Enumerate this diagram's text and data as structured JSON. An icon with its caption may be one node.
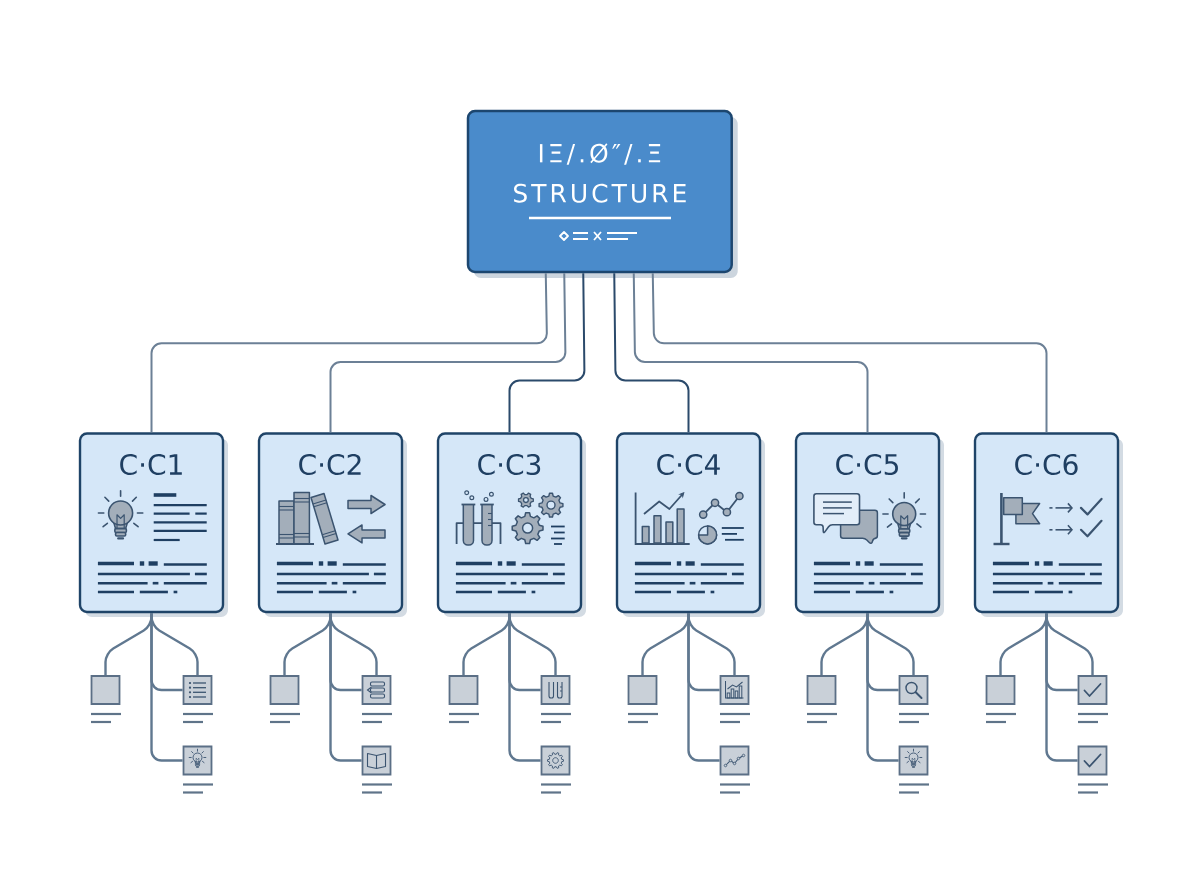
{
  "diagram": {
    "nodes": [
      {
        "text": [
          "IΞ/.Ø″/.Ξ STRUCTURE"
        ]
      },
      {
        "text": [
          "C·C1"
        ]
      },
      {
        "text": [
          "C·C2"
        ]
      },
      {
        "text": [
          "C·C3"
        ]
      },
      {
        "text": [
          "C·C4"
        ]
      },
      {
        "text": [
          "C·C5"
        ]
      },
      {
        "text": [
          "C·C6"
        ]
      },
      {
        "text": [],
        "shape": "box"
      },
      {
        "text": [],
        "shape": "picture"
      },
      {
        "text": [],
        "shape": "picture"
      },
      {
        "text": [],
        "shape": "box"
      },
      {
        "text": [],
        "shape": "picture"
      },
      {
        "text": [],
        "shape": "picture"
      },
      {
        "text": [],
        "shape": "box"
      },
      {
        "text": [],
        "shape": "picture"
      },
      {
        "text": [],
        "shape": "picture"
      },
      {
        "text": [],
        "shape": "box"
      },
      {
        "text": [],
        "shape": "picture"
      },
      {
        "text": [],
        "shape": "picture"
      },
      {
        "text": [],
        "shape": "box"
      },
      {
        "text": [],
        "shape": "picture"
      },
      {
        "text": [],
        "shape": "picture"
      },
      {
        "text": [],
        "shape": "box"
      },
      {
        "text": [],
        "shape": "picture"
      },
      {
        "text": [],
        "shape": "picture"
      }
    ],
    "edges": [
      {
        "from": 0,
        "to": 1,
        "arrow": "none"
      },
      {
        "from": 0,
        "to": 2,
        "arrow": "none"
      },
      {
        "from": 0,
        "to": 3,
        "arrow": "none",
        "color": "#2b4a6b"
      },
      {
        "from": 0,
        "to": 4,
        "arrow": "none",
        "color": "#2b4a6b"
      },
      {
        "from": 0,
        "to": 5,
        "arrow": "none"
      },
      {
        "from": 0,
        "to": 6,
        "arrow": "none"
      },
      {
        "from": 1,
        "to": 7,
        "arrow": "none"
      },
      {
        "from": 1,
        "to": 8,
        "arrow": "none"
      },
      {
        "from": 1,
        "to": 8,
        "arrow": "none"
      },
      {
        "from": 1,
        "to": 9,
        "arrow": "none"
      },
      {
        "from": 2,
        "to": 10,
        "arrow": "none"
      },
      {
        "from": 2,
        "to": 11,
        "arrow": "none"
      },
      {
        "from": 2,
        "to": 11,
        "arrow": "none"
      },
      {
        "from": 2,
        "to": 12,
        "arrow": "none"
      },
      {
        "from": 3,
        "to": 13,
        "arrow": "none"
      },
      {
        "from": 3,
        "to": 14,
        "arrow": "none"
      },
      {
        "from": 3,
        "to": 14,
        "arrow": "none"
      },
      {
        "from": 3,
        "to": 15,
        "arrow": "none"
      },
      {
        "from": 4,
        "to": 16,
        "arrow": "none"
      },
      {
        "from": 4,
        "to": 17,
        "arrow": "none"
      },
      {
        "from": 4,
        "to": 17,
        "arrow": "none"
      },
      {
        "from": 4,
        "to": 18,
        "arrow": "none"
      },
      {
        "from": 5,
        "to": 19,
        "arrow": "none"
      },
      {
        "from": 5,
        "to": 20,
        "arrow": "none"
      },
      {
        "from": 5,
        "to": 20,
        "arrow": "none"
      },
      {
        "from": 5,
        "to": 21,
        "arrow": "none"
      },
      {
        "from": 6,
        "to": 22,
        "arrow": "none"
      },
      {
        "from": 6,
        "to": 23,
        "arrow": "none"
      },
      {
        "from": 6,
        "to": 23,
        "arrow": "none"
      },
      {
        "from": 6,
        "to": 24,
        "arrow": "none"
      }
    ]
  }
}
